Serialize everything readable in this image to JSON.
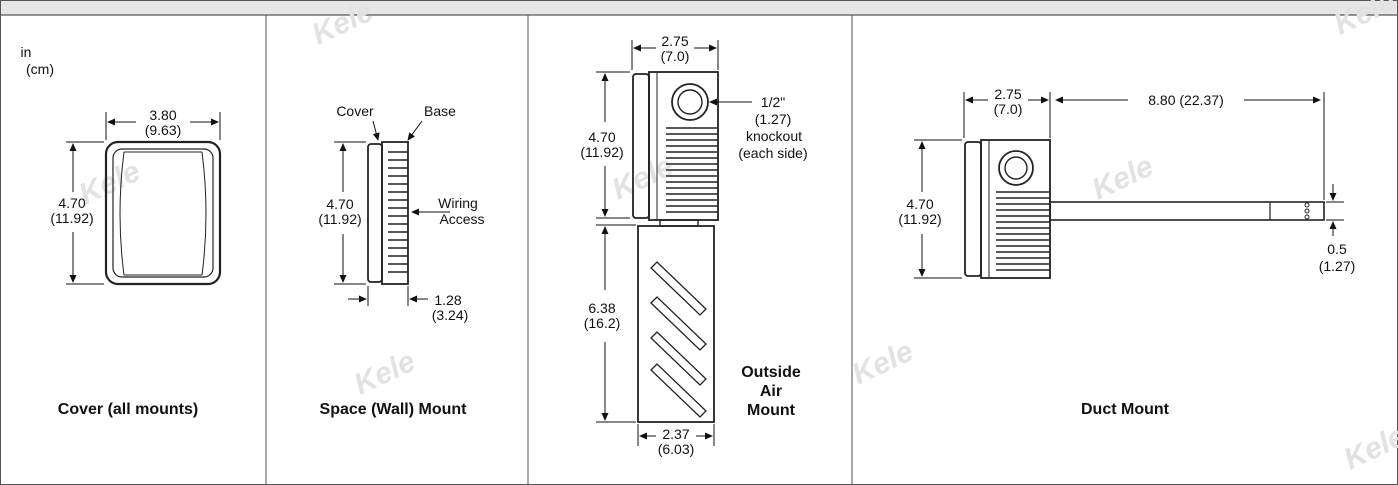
{
  "watermark": "Kele",
  "units": {
    "line1": "in",
    "line2": "(cm)"
  },
  "cover": {
    "caption": "Cover (all mounts)",
    "width_in": "3.80",
    "width_cm": "(9.63)",
    "height_in": "4.70",
    "height_cm": "(11.92)"
  },
  "space_mount": {
    "caption": "Space (Wall) Mount",
    "cover_label": "Cover",
    "base_label": "Base",
    "wiring_line1": "Wiring",
    "wiring_line2": "Access",
    "height_in": "4.70",
    "height_cm": "(11.92)",
    "depth_in": "1.28",
    "depth_cm": "(3.24)"
  },
  "outside_air": {
    "caption_line1": "Outside",
    "caption_line2": "Air",
    "caption_line3": "Mount",
    "top_width_in": "2.75",
    "top_width_cm": "(7.0)",
    "knockout_line1": "1/2\"",
    "knockout_line2": "(1.27)",
    "knockout_line3": "knockout",
    "knockout_line4": "(each side)",
    "housing_height_in": "4.70",
    "housing_height_cm": "(11.92)",
    "shield_height_in": "6.38",
    "shield_height_cm": "(16.2)",
    "shield_width_in": "2.37",
    "shield_width_cm": "(6.03)"
  },
  "duct": {
    "caption": "Duct Mount",
    "width_in": "2.75",
    "width_cm": "(7.0)",
    "probe_length": "8.80 (22.37)",
    "height_in": "4.70",
    "height_cm": "(11.92)",
    "probe_dia_in": "0.5",
    "probe_dia_cm": "(1.27)"
  }
}
